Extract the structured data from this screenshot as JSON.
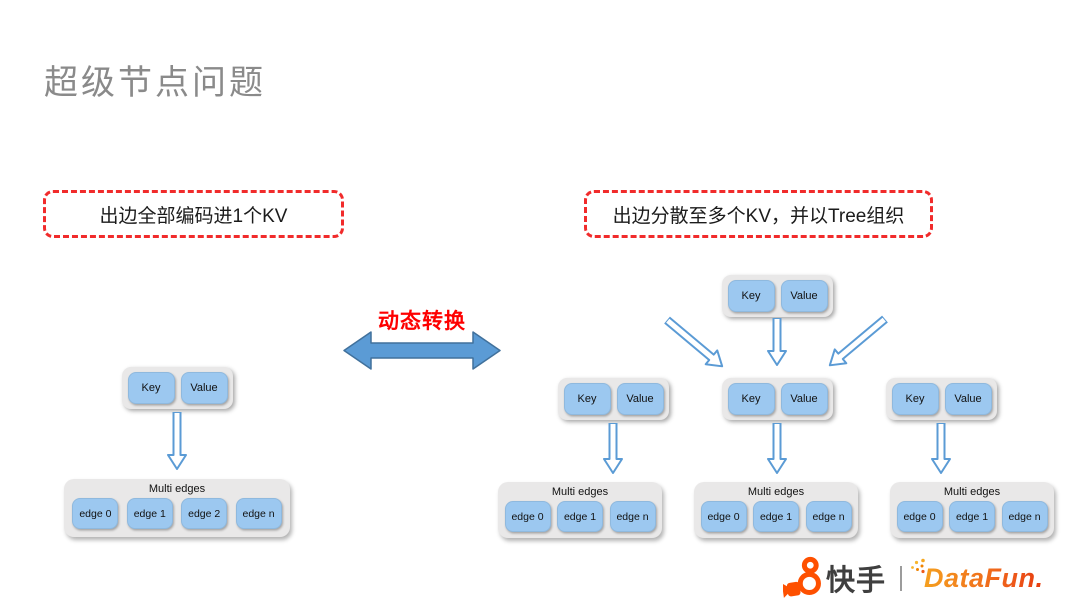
{
  "slide": {
    "title": "超级节点问题"
  },
  "captions": {
    "left": "出边全部编码进1个KV",
    "right": "出边分散至多个KV，并以Tree组织"
  },
  "center": {
    "label": "动态转换"
  },
  "kv": {
    "key": "Key",
    "value": "Value"
  },
  "multi_edges_label": "Multi edges",
  "left_tree": {
    "edges": [
      "edge 0",
      "edge 1",
      "edge 2",
      "edge n"
    ]
  },
  "right_tree": {
    "children": [
      {
        "edges": [
          "edge 0",
          "edge 1",
          "edge n"
        ]
      },
      {
        "edges": [
          "edge 0",
          "edge 1",
          "edge n"
        ]
      },
      {
        "edges": [
          "edge 0",
          "edge 1",
          "edge n"
        ]
      }
    ]
  },
  "footer": {
    "kuaishou": "快手",
    "datafun": "DataFun."
  },
  "colors": {
    "accent_red_dashed": "#f12b2b",
    "label_red": "#fe0000",
    "solid_arrow_fill": "#5b9bd5",
    "solid_arrow_border": "#41719c",
    "hollow_arrow_stroke": "#5b9bd5",
    "node_chip_blue": "#9cc8f0",
    "container_gray": "#e9e8e8",
    "title_gray": "#8a8a8a",
    "kuaishou_orange": "#fe5000",
    "datafun_gradient_start": "#f6a820",
    "datafun_gradient_end": "#e63a0e"
  }
}
